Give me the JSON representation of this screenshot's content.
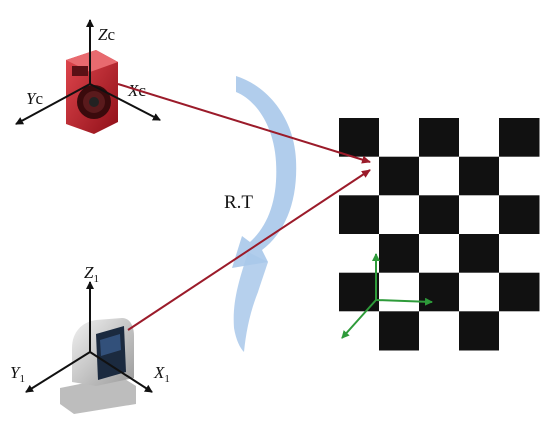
{
  "transform_label": "R.T",
  "camera_top": {
    "axes": {
      "z": {
        "letter": "Z",
        "suffix": "c"
      },
      "y": {
        "letter": "Y",
        "suffix": "c"
      },
      "x": {
        "letter": "X",
        "suffix": "c"
      }
    },
    "body_color": "#c4202a"
  },
  "camera_bottom": {
    "axes": {
      "z": {
        "letter": "Z",
        "sub": "1"
      },
      "y": {
        "letter": "Y",
        "sub": "1"
      },
      "x": {
        "letter": "X",
        "sub": "1"
      }
    },
    "body_color": "#d9d9d9"
  },
  "checkerboard": {
    "rows": 6,
    "cols": 5,
    "dark_color": "#111111",
    "light_color": "#ffffff"
  },
  "colors": {
    "ray": "#9b1b2a",
    "axis": "#111111",
    "board_axis": "#2e9b3a",
    "arrow": "#a9c8ea"
  }
}
